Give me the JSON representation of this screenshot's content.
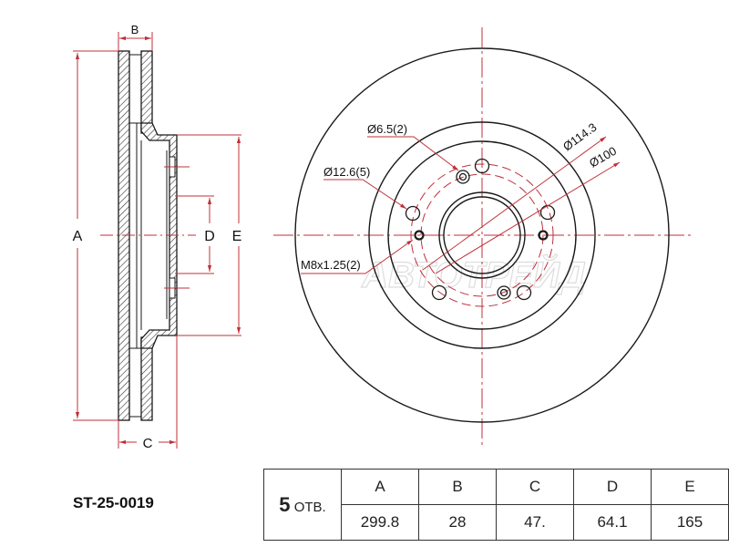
{
  "part_number": "ST-25-0019",
  "watermark": "АВТОТРЕЙД",
  "side_view_labels": {
    "A": "A",
    "B": "B",
    "C": "C",
    "D": "D",
    "E": "E"
  },
  "front_view_callouts": {
    "small_hole": "Ø6.5(2)",
    "bolt_hole": "Ø12.6(5)",
    "thread_hole": "M8x1.25(2)",
    "pcd": "Ø114.3",
    "center_bore_circle": "Ø100"
  },
  "table": {
    "holes_count": "5",
    "holes_label": "ОТВ.",
    "headers": [
      "A",
      "B",
      "C",
      "D",
      "E"
    ],
    "values": [
      "299.8",
      "28",
      "47.",
      "64.1",
      "165"
    ]
  },
  "colors": {
    "line": "#1a1a1a",
    "dimension": "#c0303a"
  }
}
